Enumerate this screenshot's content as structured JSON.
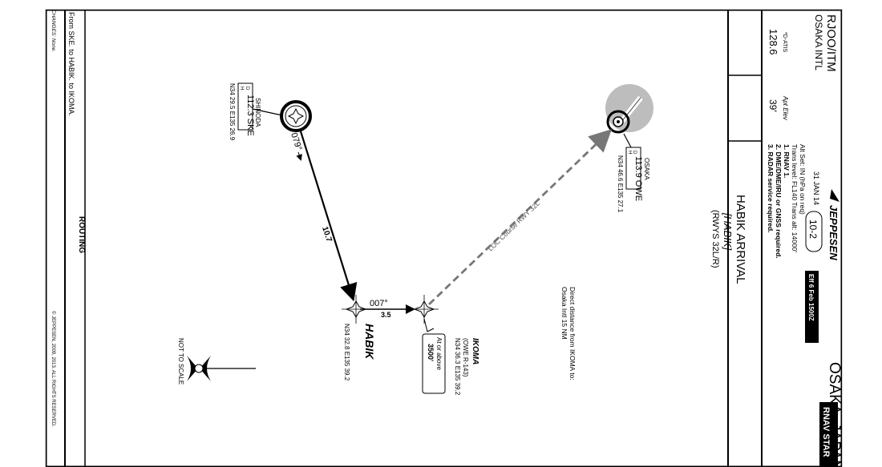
{
  "document": {
    "airport_id": "RJOO/ITM",
    "airport_name": "OSAKA INTL",
    "city": "OSAKA, JAPAN",
    "chart_type": "RNAV STAR",
    "publisher": "JEPPESEN",
    "date": "31 JAN 14",
    "index": "10-2",
    "effective": "Eff 6 Feb 1500Z",
    "atis_label": "*D-ATIS",
    "atis_freq": "128.6",
    "apt_elev_label": "Apt Elev",
    "apt_elev": "39'",
    "notes": [
      "Alt Set: IN (hPa on req)",
      "Trans level: FL140   Trans alt: 14000'",
      "1. RNAV 1.",
      "2. DME/DME/IRU or GNSS required.",
      "3. RADAR service required."
    ],
    "procedure_title": "HABIK ARRIVAL",
    "procedure_ident": "[HABIK]",
    "procedure_rwys": "(RWYS 32L/R)",
    "direct_distance_1": "Direct distance from IKOMA to:",
    "direct_distance_2": "Osaka Intl 15 NM",
    "routing_label": "ROUTING",
    "routing_text": "From SKE. to HABIK. to IKOMA.",
    "changes": "CHANGES: None.",
    "copyright": "© JEPPESEN, 2009, 2013. ALL RIGHTS RESERVED.",
    "not_to_scale": "NOT TO SCALE",
    "north": "N"
  },
  "navaids": {
    "osaka": {
      "name": "OSAKA",
      "freq": "113.9 OWE",
      "coords": "N34 46.6 E135 27.1"
    },
    "shinoda": {
      "name": "SHINODA",
      "freq": "112.3 SKE",
      "coords": "N34 29.5 E135 26.9"
    }
  },
  "fixes": {
    "habik": {
      "name": "HABIK",
      "coords": "N34 32.8 E135 39.2"
    },
    "ikoma": {
      "name": "IKOMA",
      "sub": "(OWE R-143)",
      "coords": "N34 36.3 E135 39.2",
      "alt_label": "At or above",
      "alt": "3500'"
    }
  },
  "legs": {
    "ske_course": "079°",
    "ske_dist": "10.7",
    "habik_course": "007°",
    "habik_dist": "3.5",
    "loc_label": "LOC Course RWY 32L"
  },
  "dme_box": {
    "d": "D",
    "h": "H"
  },
  "colors": {
    "ink": "#000000",
    "dashed": "#777777",
    "airport_circle": "#bdbdbd"
  }
}
